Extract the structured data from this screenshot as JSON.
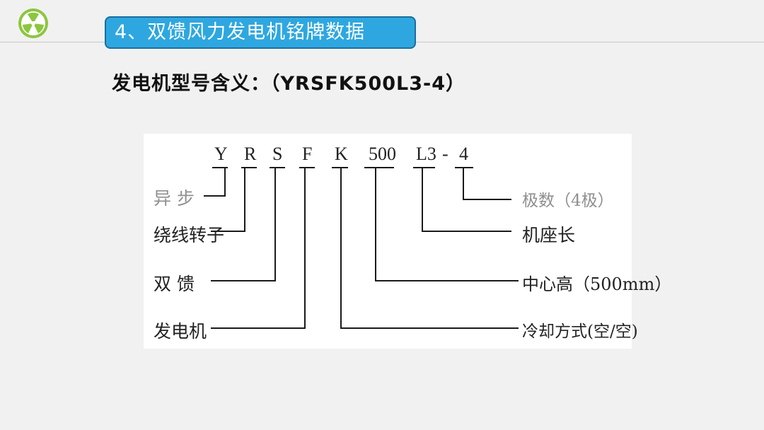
{
  "header": {
    "title": "4、双馈风力发电机铭牌数据",
    "logo_icon": "trefoil-icon",
    "accent_color": "#2ea7e0"
  },
  "subtitle": "发电机型号含义：（YRSFK500L3-4）",
  "diagram": {
    "code_segments": [
      "Y",
      "R",
      "S",
      "F",
      "K",
      "500",
      "L3",
      "-",
      "4"
    ],
    "left_labels": [
      "异  步",
      "绕线转子",
      "双  馈",
      "发电机"
    ],
    "right_labels": [
      "极数（4极）",
      "机座长",
      "中心高（500mm）",
      "冷却方式(空/空)"
    ]
  }
}
